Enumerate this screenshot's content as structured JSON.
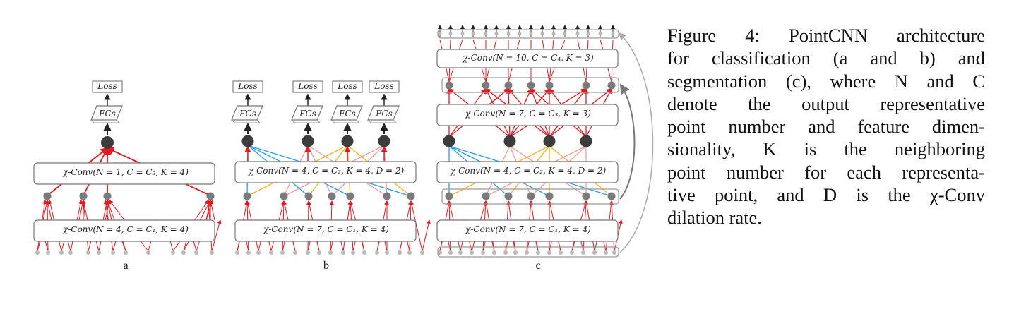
{
  "panels": {
    "a": {
      "label": "a",
      "conv_bottom": "χ-Conv(N = 4, C = C₁, K = 4)",
      "conv_top": "χ-Conv(N = 1, C = C₂, K = 4)",
      "fcs": "FCs",
      "loss": "Loss"
    },
    "b": {
      "label": "b",
      "conv_bottom": "χ-Conv(N = 7, C = C₁, K = 4)",
      "conv_top": "χ-Conv(N = 4, C = C₂, K = 4, D = 2)",
      "fcs": [
        "FCs",
        "FCs",
        "FCs",
        "FCs"
      ],
      "loss": [
        "Loss",
        "Loss",
        "Loss",
        "Loss"
      ]
    },
    "c": {
      "label": "c",
      "conv_1": "χ-Conv(N = 7, C = C₁, K = 4)",
      "conv_2": "χ-Conv(N = 4, C = C₂, K = 4, D = 2)",
      "conv_3": "χ-Conv(N = 7, C = C₃, K = 3)",
      "conv_4": "χ-Conv(N = 10, C = C₄, K = 3)"
    }
  },
  "caption": {
    "lines": [
      "Figure 4: PointCNN architecture",
      "for classification (a and b) and",
      "segmentation (c), where N and C",
      "denote the output representative",
      "point number and feature dimen-",
      "sionality, K is the neighboring",
      "point number for each representa-",
      "tive point, and D is the χ-Conv",
      "dilation rate."
    ]
  },
  "colors": {
    "red": "#e8161e",
    "blue": "#2a9df4",
    "yellow": "#f7b21a",
    "pink": "#f59a9a",
    "node_small": "#7a7a7a",
    "node_big": "#3c3c3c",
    "input_node": "#b9b9b9"
  }
}
